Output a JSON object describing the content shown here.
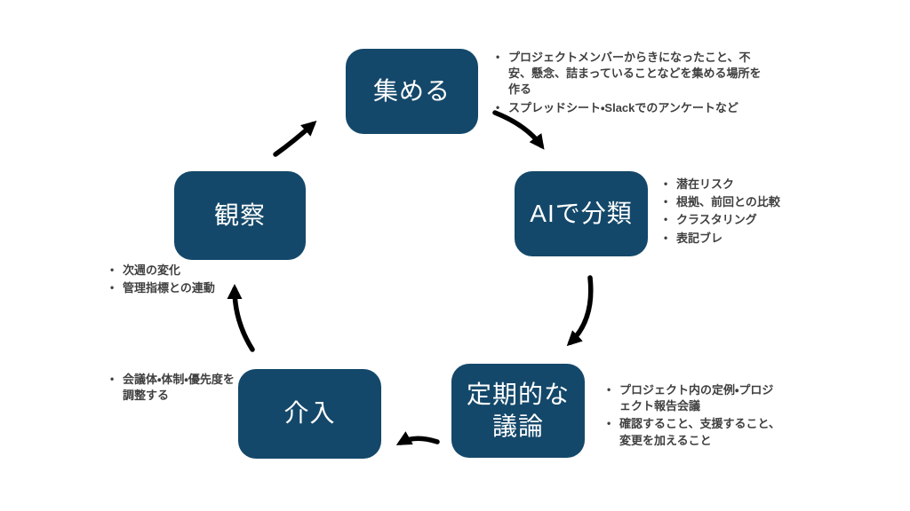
{
  "diagram": {
    "kind": "cycle",
    "node_color": "#14486A",
    "node_text_color": "#ffffff",
    "note_text_color": "#3f3f3f",
    "arrow_color": "#000000",
    "background_color": "#ffffff",
    "nodes": [
      {
        "id": "collect",
        "label": "集める"
      },
      {
        "id": "classify",
        "label": "AIで分類"
      },
      {
        "id": "discuss",
        "label": "定期的な\n議論"
      },
      {
        "id": "intervene",
        "label": "介入"
      },
      {
        "id": "observe",
        "label": "観察"
      }
    ],
    "notes": {
      "collect": [
        "プロジェクトメンバーからきになったこと、不安、懸念、詰まっていることなどを集める場所を作る",
        "スプレッドシート・Slackでのアンケートなど"
      ],
      "classify": [
        "潜在リスク",
        "根拠、前回との比較",
        "クラスタリング",
        "表記ブレ"
      ],
      "discuss": [
        "プロジェクト内の定例・プロジェクト報告会議",
        "確認すること、支援すること、変更を加えること"
      ],
      "intervene": [
        "会議体・体制・優先度を調整する"
      ],
      "observe": [
        "次週の変化",
        "管理指標との連動"
      ]
    },
    "arrows": [
      {
        "from": "collect",
        "to": "classify"
      },
      {
        "from": "classify",
        "to": "discuss"
      },
      {
        "from": "discuss",
        "to": "intervene"
      },
      {
        "from": "intervene",
        "to": "observe"
      },
      {
        "from": "observe",
        "to": "collect"
      }
    ]
  }
}
